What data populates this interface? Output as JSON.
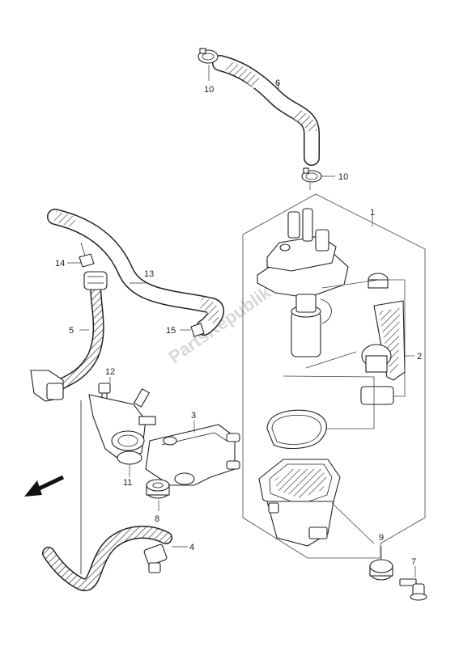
{
  "watermark": "PartsRepublik",
  "callouts": {
    "c1": "1",
    "c2": "2",
    "c3": "3",
    "c4": "4",
    "c5": "5",
    "c6": "6",
    "c7": "7",
    "c8": "8",
    "c9": "9",
    "c10a": "10",
    "c10b": "10",
    "c11": "11",
    "c12": "12",
    "c13": "13",
    "c14": "14",
    "c15": "15"
  }
}
